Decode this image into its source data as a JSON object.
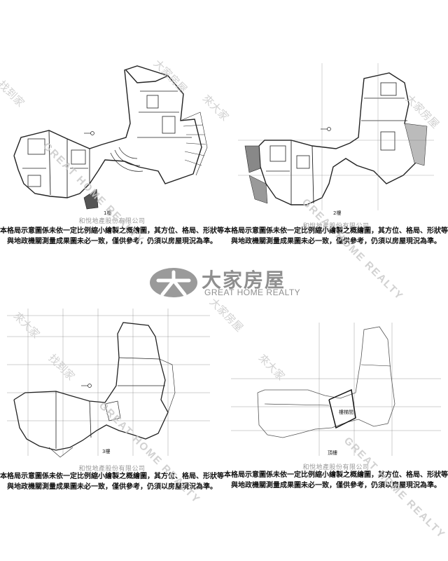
{
  "disclaimer": {
    "line1": "本格局示意圖係未依一定比例縮小繪製之概繪圖，其方位、格局、形狀等",
    "line2": "與地政機關測量成果圖未必一致，僅供參考，仍須以房屋現況為準。"
  },
  "company": "和悅地產股份有限公司",
  "floors": {
    "f1": "1樓",
    "f2": "2樓",
    "f3": "3樓",
    "roof": "頂樓"
  },
  "room_label": "樓梯間",
  "watermark": {
    "cn1": "找到家",
    "cn2": "來大家",
    "cn3": "大家房屋",
    "en": "GREAT HOME REALTY"
  },
  "logo": {
    "cn": "大家房屋",
    "en": "GREAT HOME REALTY",
    "color": "#8f8f8f"
  }
}
